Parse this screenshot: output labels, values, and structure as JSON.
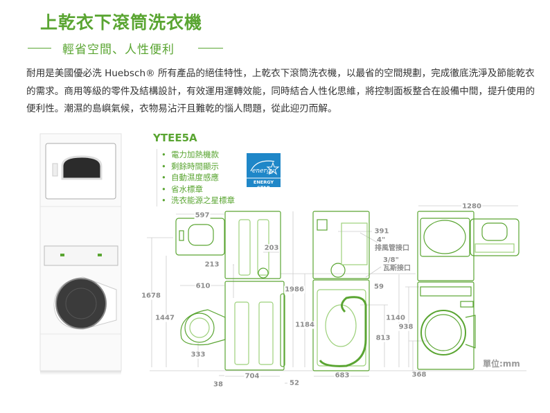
{
  "header": {
    "title": "上乾衣下滾筒洗衣機",
    "subtitle": "輕省空間、人性便利"
  },
  "intro": "耐用是美國優必洗 Huebsch® 所有產品的絕佳特性，上乾衣下滾筒洗衣機，以最省的空間規劃，完成徹底洗淨及節能乾衣的需求。商用等級的零件及結構設計，有效運用運轉效能，同時結合人性化思維，將控制面板整合在設備中間，提升使用的便利性。潮濕的島嶼氣候，衣物易沾汗且難乾的惱人問題，從此迎刃而解。",
  "product": {
    "model": "YTEE5A",
    "features": [
      "電力加熱機款",
      "剩餘時間顯示",
      "自動濕度感應",
      "省水標章",
      "洗衣能源之星標章"
    ],
    "badge": "ENERGY STAR"
  },
  "dimensions": {
    "d597": "597",
    "d203": "203",
    "d213": "213",
    "d610": "610",
    "d1986": "1986",
    "d1678": "1678",
    "d1447": "1447",
    "d1184": "1184",
    "d333": "333",
    "d704": "704",
    "d38": "38",
    "d52": "52",
    "d683": "683",
    "d391": "391",
    "d59": "59",
    "d1140": "1140",
    "d938": "938",
    "d813": "813",
    "d1280": "1280",
    "d368": "368"
  },
  "notes": {
    "exhaust_size": "4\"",
    "exhaust_label": "排風管接口",
    "gas_size": "3/8\"",
    "gas_label": "瓦斯接口",
    "unit": "單位:mm"
  },
  "colors": {
    "accent": "#5aa532",
    "dim": "#8c8c8c",
    "energy_star": "#1f87c8"
  }
}
